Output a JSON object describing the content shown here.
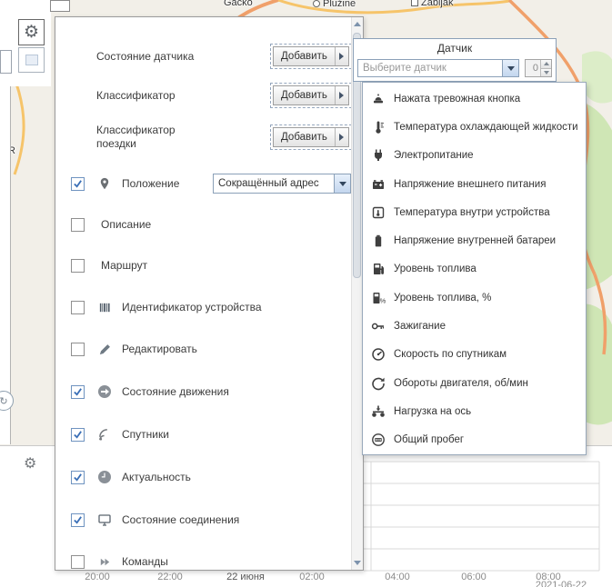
{
  "map": {
    "places": [
      {
        "label": "Gacko"
      },
      {
        "label": "Plužine"
      },
      {
        "label": "Žabljak"
      },
      {
        "label": "R"
      }
    ]
  },
  "settings": {
    "rows": [
      {
        "label": "Состояние датчика",
        "button_label": "Добавить"
      },
      {
        "label": "Классификатор",
        "button_label": "Добавить"
      },
      {
        "label": "Классификатор поездки",
        "button_label": "Добавить"
      },
      {
        "label": "Положение",
        "checked": true,
        "select_value": "Сокращённый адрес"
      },
      {
        "label": "Описание",
        "checked": false
      },
      {
        "label": "Маршрут",
        "checked": false
      },
      {
        "label": "Идентификатор устройства",
        "checked": false
      },
      {
        "label": "Редактировать",
        "checked": false
      },
      {
        "label": "Состояние движения",
        "checked": true
      },
      {
        "label": "Спутники",
        "checked": true
      },
      {
        "label": "Актуальность",
        "checked": true
      },
      {
        "label": "Состояние соединения",
        "checked": true
      },
      {
        "label": "Команды",
        "checked": false
      }
    ]
  },
  "sensor_popup": {
    "title": "Датчик",
    "select_placeholder": "Выберите датчик",
    "spinner_value": "0"
  },
  "sensor_list": {
    "items": [
      {
        "label": "Нажата тревожная кнопка"
      },
      {
        "label": "Температура охлаждающей жидкости"
      },
      {
        "label": "Электропитание"
      },
      {
        "label": "Напряжение внешнего питания"
      },
      {
        "label": "Температура внутри устройства"
      },
      {
        "label": "Напряжение внутренней батареи"
      },
      {
        "label": "Уровень топлива"
      },
      {
        "label": "Уровень топлива, %"
      },
      {
        "label": "Зажигание"
      },
      {
        "label": "Скорость по спутникам"
      },
      {
        "label": "Обороты двигателя, об/мин"
      },
      {
        "label": "Нагрузка на ось"
      },
      {
        "label": "Общий пробег"
      }
    ]
  },
  "timeline": {
    "ticks": [
      "20:00",
      "22:00",
      "22 июня",
      "02:00",
      "04:00",
      "06:00",
      "08:00"
    ],
    "date_label": "2021-06-22"
  }
}
